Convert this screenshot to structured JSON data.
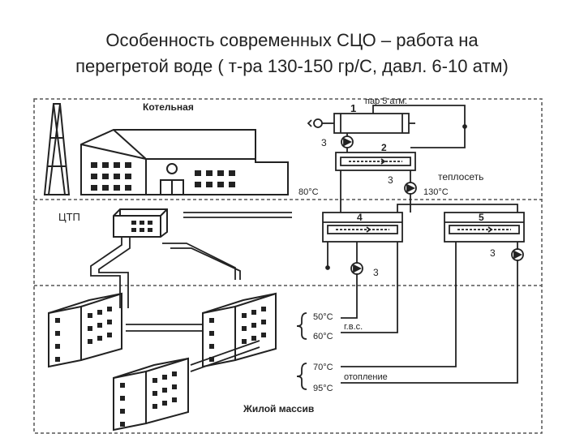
{
  "title": {
    "line1": "Особенность современных СЦО – работа на",
    "line2": "перегретой  воде ( т-ра 130-150 гр/С, давл. 6-10 атм)"
  },
  "zones": {
    "boiler": "Котельная",
    "ctp": "ЦТП",
    "residential": "Жилой массив"
  },
  "labels": {
    "n1": "1",
    "n2": "2",
    "n3a": "3",
    "n3b": "3",
    "n3c": "3",
    "n3d": "3",
    "n4": "4",
    "n5": "5",
    "steam": "пар 5 атм.",
    "network": "теплосеть",
    "t80": "80°С",
    "t130": "130°С",
    "t50": "50°С",
    "t60": "60°С",
    "hws": "г.в.с.",
    "t70": "70°С",
    "heating": "отопление",
    "t95": "95°С"
  },
  "colors": {
    "ink": "#222222",
    "dash": "#555555"
  }
}
